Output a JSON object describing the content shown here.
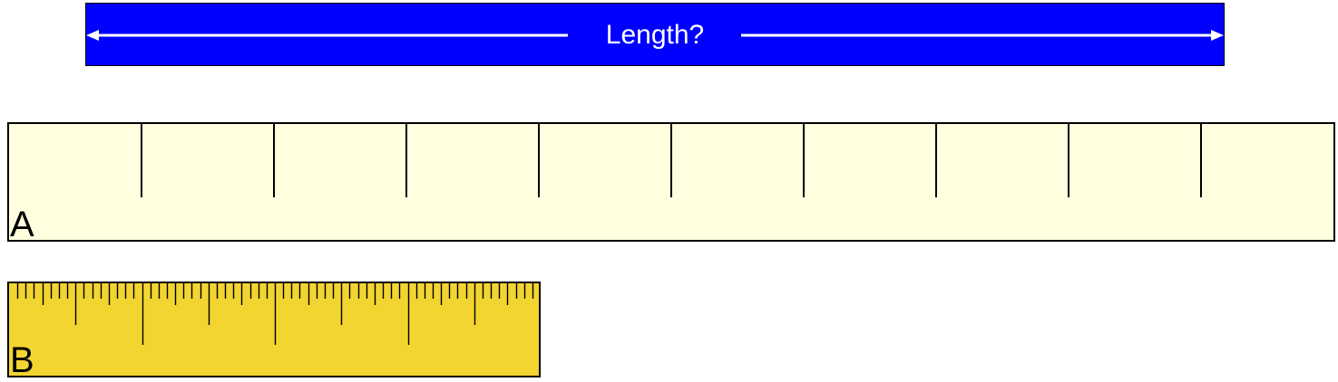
{
  "header": {
    "label": "Length?",
    "bar_color": "#0000ff",
    "arrow_color": "#ffffff"
  },
  "rulers": [
    {
      "id": "a",
      "label": "A",
      "color": "#ffffe0",
      "major_divisions": 10,
      "minor_per_major": 0
    },
    {
      "id": "b",
      "label": "B",
      "color": "#f2d531",
      "major_divisions": 4,
      "minor_per_major": 16
    }
  ]
}
